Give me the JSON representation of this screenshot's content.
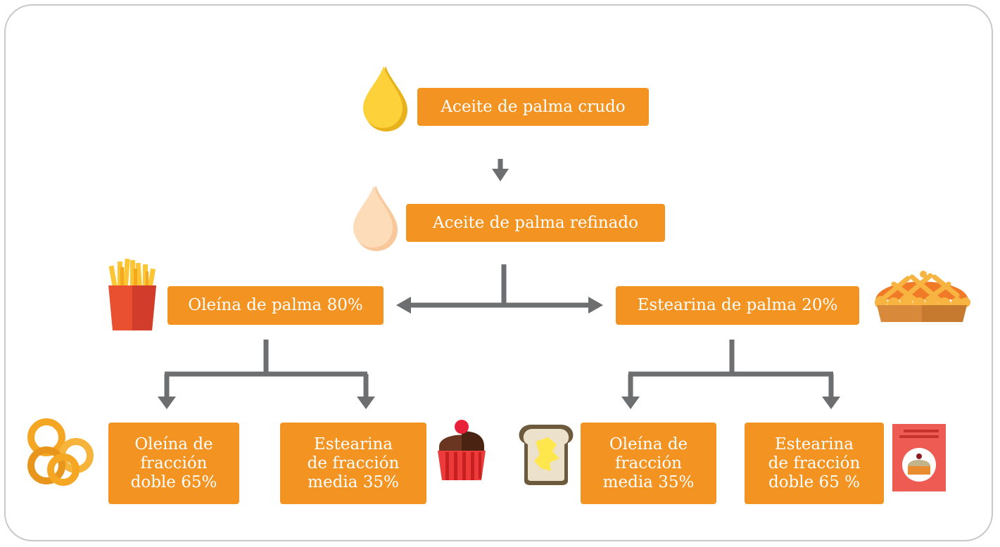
{
  "nodes": {
    "crude": "Aceite de palma crudo",
    "refined": "Aceite de palma refinado",
    "olein": "Oleína de palma 80%",
    "stearin": "Estearina de palma 20%",
    "olein_double": [
      "Oleína de",
      "fracción",
      "doble 65%"
    ],
    "stearin_medium": [
      "Estearina",
      "de fracción",
      "media 35%"
    ],
    "olein_medium": [
      "Oleína de",
      "fracción",
      "media 35%"
    ],
    "stearin_double": [
      "Estearina",
      "de fracción",
      "doble 65 %"
    ]
  },
  "colors": {
    "box": "#f39322",
    "arrow": "#6d6e70",
    "border": "#c8c8c8"
  },
  "icons": {
    "crude": "crude-oil-drop-icon",
    "refined": "refined-oil-drop-icon",
    "olein": "french-fries-icon",
    "stearin": "pie-icon",
    "olein_double": "onion-rings-icon",
    "stearin_medium": "cupcake-icon",
    "olein_medium": "buttered-toast-icon",
    "stearin_double": "cake-mix-box-icon"
  }
}
